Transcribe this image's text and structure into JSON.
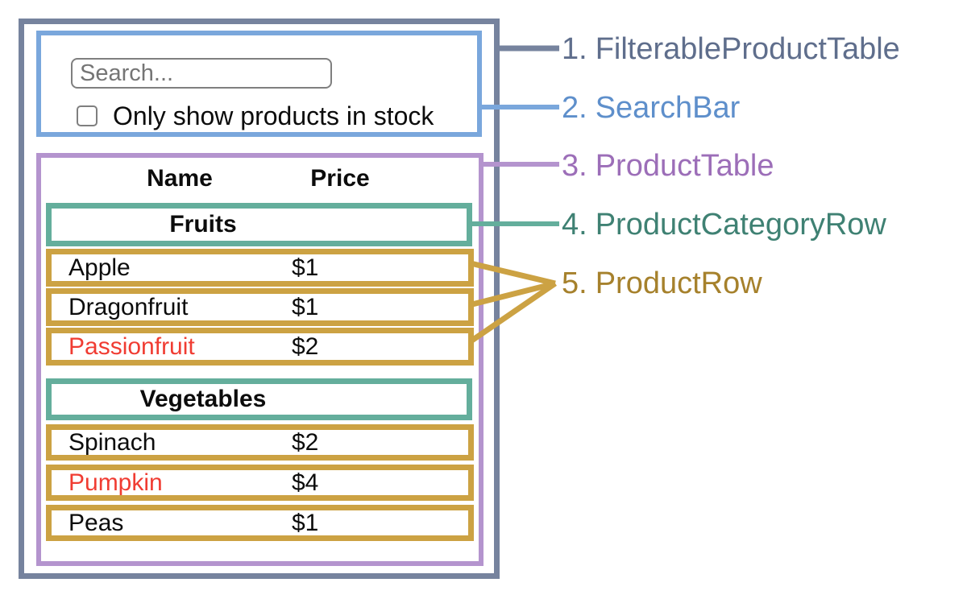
{
  "search_bar": {
    "input_placeholder": "Search...",
    "checkbox_label": "Only show products in stock",
    "checkbox_checked": false
  },
  "product_table": {
    "columns": [
      "Name",
      "Price"
    ],
    "sections": [
      {
        "category": "Fruits",
        "rows": [
          {
            "name": "Apple",
            "price": "$1",
            "name_red": false
          },
          {
            "name": "Dragonfruit",
            "price": "$1",
            "name_red": false
          },
          {
            "name": "Passionfruit",
            "price": "$2",
            "name_red": true
          }
        ]
      },
      {
        "category": "Vegetables",
        "rows": [
          {
            "name": "Spinach",
            "price": "$2",
            "name_red": false
          },
          {
            "name": "Pumpkin",
            "price": "$4",
            "name_red": true
          },
          {
            "name": "Peas",
            "price": "$1",
            "name_red": false
          }
        ]
      }
    ]
  },
  "legend": {
    "items": [
      {
        "number": "1.",
        "name": "FilterableProductTable",
        "color": "#5F6E8C"
      },
      {
        "number": "2.",
        "name": "SearchBar",
        "color": "#5E8FCB"
      },
      {
        "number": "3.",
        "name": "ProductTable",
        "color": "#9C6EB8"
      },
      {
        "number": "4.",
        "name": "ProductCategoryRow",
        "color": "#3F8173"
      },
      {
        "number": "5.",
        "name": "ProductRow",
        "color": "#A6812C"
      }
    ]
  },
  "colors": {
    "filterable_product_table_border": "#76839E",
    "search_bar_border": "#7AA7DC",
    "product_table_border": "#B494CE",
    "product_category_row_border": "#64AE9C",
    "product_row_border": "#CCA243",
    "red_product_text": "#F03C32",
    "background": "#FFFFFF"
  }
}
